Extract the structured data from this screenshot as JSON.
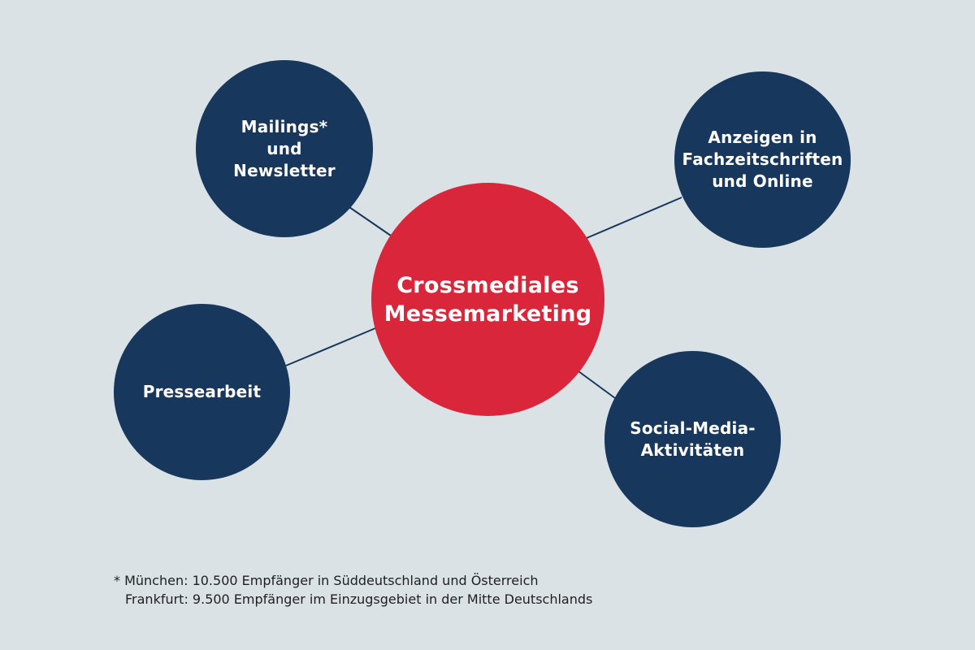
{
  "colors": {
    "background": "#dbe2e5",
    "satellite_fill": "#17375c",
    "center_fill": "#d9263b",
    "connector": "#17375c",
    "node_text": "#ffffff",
    "footnote_text": "#1f1f1f"
  },
  "diagram": {
    "center": {
      "label": "Crossmediales\nMessemarketing"
    },
    "nodes": [
      {
        "id": "mailings",
        "label": "Mailings*\nund\nNewsletter"
      },
      {
        "id": "anzeigen",
        "label": "Anzeigen in\nFachzeitschriften\nund Online"
      },
      {
        "id": "presse",
        "label": "Pressearbeit"
      },
      {
        "id": "social",
        "label": "Social-Media-\nAktivitäten"
      }
    ]
  },
  "footnote": {
    "line1": "* München: 10.500 Empfänger in Süddeutschland und Österreich",
    "line2": "Frankfurt: 9.500 Empfänger im Einzugsgebiet in der Mitte Deutschlands"
  }
}
